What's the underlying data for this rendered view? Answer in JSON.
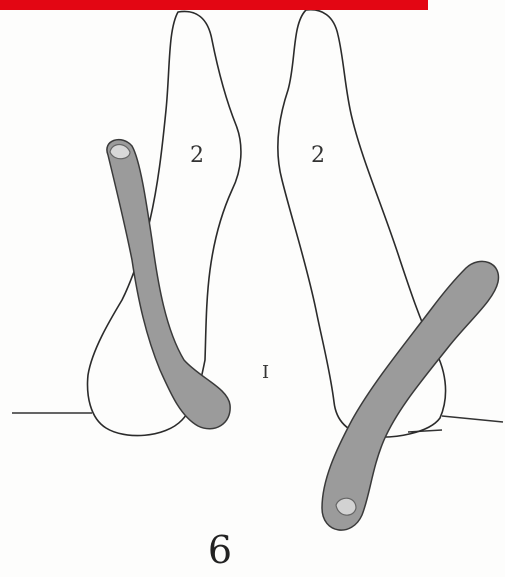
{
  "header_bar_color": "#e30613",
  "labels": {
    "left_shape": "2",
    "right_shape": "2",
    "center": "I"
  },
  "caption": "6",
  "rod_color": "#9b9b9b"
}
